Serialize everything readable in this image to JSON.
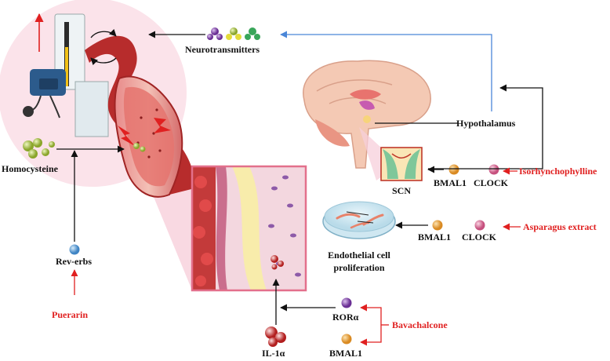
{
  "labels": {
    "neurotransmitters": "Neurotransmitters",
    "hypothalamus": "Hypothalamus",
    "scn": "SCN",
    "homocysteine": "Homocysteine",
    "rev_erbs": "Rev-erbs",
    "puerarin": "Puerarin",
    "bmal1_scn": "BMAL1",
    "clock_scn": "CLOCK",
    "isorhynchophylline": "Isorhynchophylline",
    "bmal1_endo": "BMAL1",
    "clock_endo": "CLOCK",
    "asparagus_extract": "Asparagus extract",
    "endothelial_line1": "Endothelial cell",
    "endothelial_line2": "proliferation",
    "ror_alpha": "RORα",
    "bmal1_bottom": "BMAL1",
    "bavachalcone": "Bavachalcone",
    "il1a": "IL-1α"
  },
  "colors": {
    "accent_red": "#e02020",
    "arrow_black": "#111111",
    "arrow_blue": "#4a86d8",
    "pink_bg": "#fbe3ea",
    "vessel_red": "#c83a3a",
    "bmal1_orange": "#e8a23a",
    "clock_pink": "#e07aa0",
    "ror_purple": "#8a4fb0",
    "rev_blue": "#5aa0d8"
  },
  "icons": [
    "blood-pressure-monitor-icon",
    "brain-icon",
    "blood-vessel-icon",
    "petri-dish-icon",
    "neurotransmitter-molecules-icon",
    "homocysteine-molecules-icon",
    "il1a-molecules-icon",
    "lightning-icon"
  ]
}
